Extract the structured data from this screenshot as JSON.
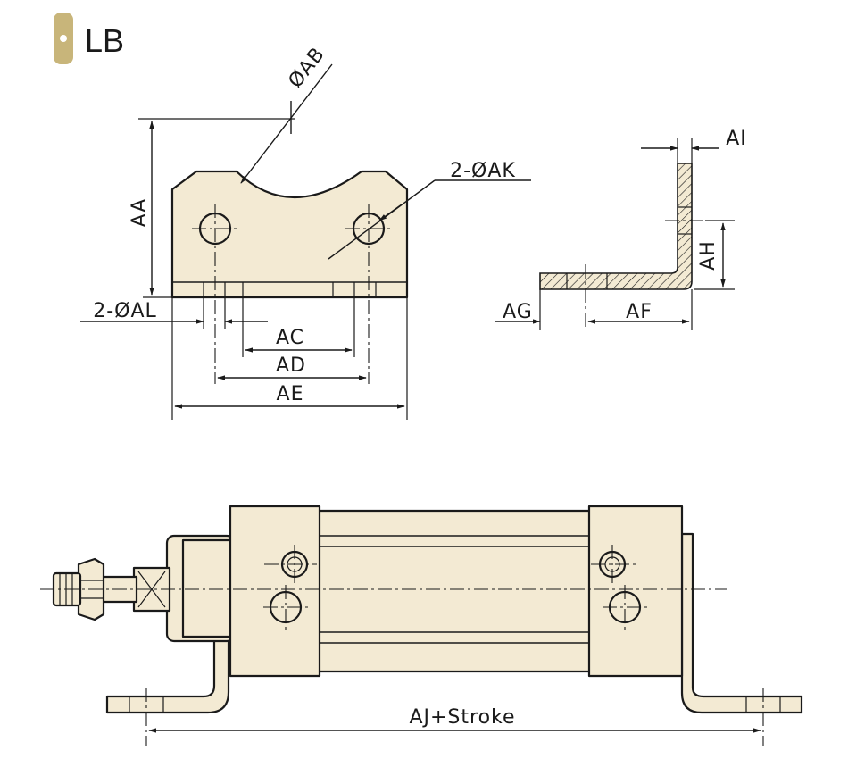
{
  "title": {
    "label": "LB",
    "badge_color": "#c8b57a",
    "badge_icon": "dot-icon"
  },
  "front_view": {
    "labels": {
      "AA": "AA",
      "AB": "ØAB",
      "AK": "2-ØAK",
      "AL": "2-ØAL",
      "AC": "AC",
      "AD": "AD",
      "AE": "AE"
    }
  },
  "side_view": {
    "labels": {
      "AI": "AI",
      "AH": "AH",
      "AG": "AG",
      "AF": "AF"
    }
  },
  "assembly_view": {
    "labels": {
      "AJ": "AJ+Stroke"
    }
  },
  "colors": {
    "part_fill": "#f3ead3",
    "line": "#1a1a1a"
  }
}
